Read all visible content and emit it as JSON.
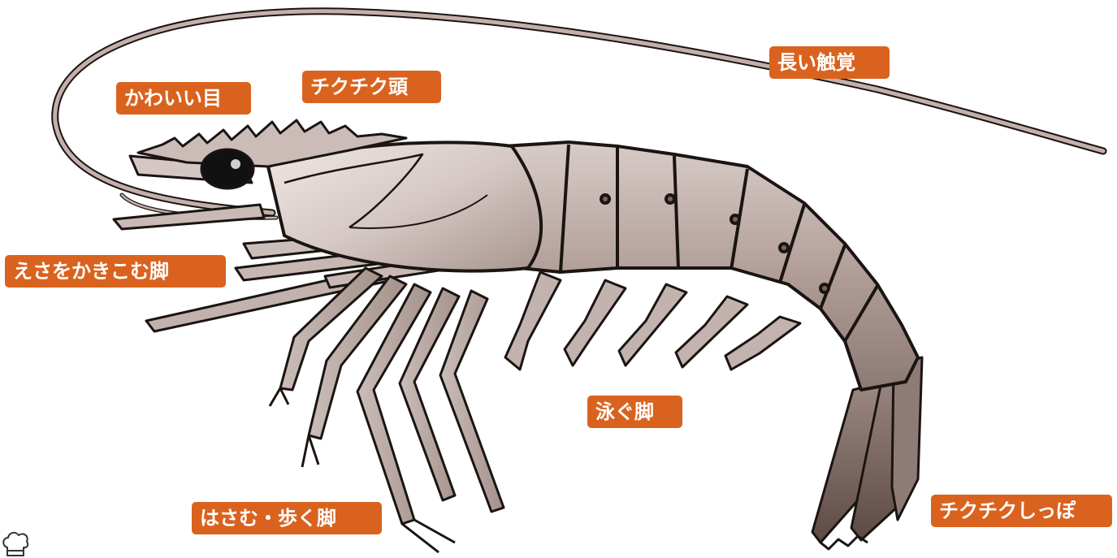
{
  "labels": {
    "eye": "かわいい目",
    "head_spines": "チクチク頭",
    "antenna": "長い触覚",
    "feeding_legs": "えさをかきこむ脚",
    "swimming_legs": "泳ぐ脚",
    "walking_legs": "はさむ・歩く脚",
    "tail": "チクチクしっぽ"
  },
  "colors": {
    "label_bg": "#d9631e",
    "shrimp_body": "#b4a29c",
    "shrimp_light": "#e6dcd8",
    "shrimp_dark": "#7a6660",
    "outline": "#1a1412",
    "eye": "#111111"
  },
  "icons": {
    "corner": "chef-hat-icon"
  }
}
